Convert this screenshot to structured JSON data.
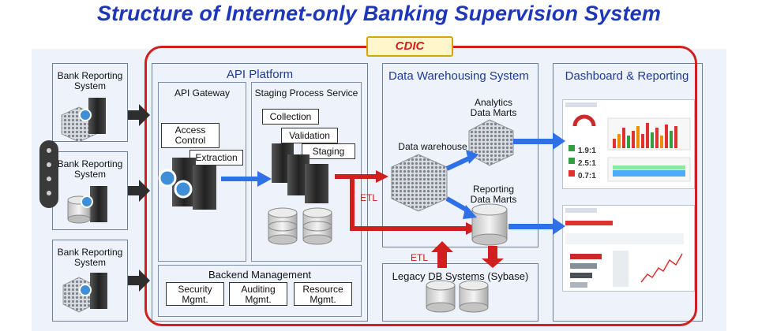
{
  "title": "Structure of Internet-only Banking Supervision System",
  "cdic": "CDIC",
  "bank_reporting": [
    {
      "label": "Bank Reporting System"
    },
    {
      "label": "Bank Reporting System"
    },
    {
      "label": "Bank Reporting System"
    }
  ],
  "api_platform": {
    "title": "API Platform",
    "gateway": {
      "title": "API Gateway",
      "access_control": "Access Control",
      "extraction": "Extraction"
    },
    "staging": {
      "title": "Staging Process Service",
      "collection": "Collection",
      "validation": "Validation",
      "staging": "Staging"
    },
    "backend": {
      "title": "Backend Management",
      "security": "Security Mgmt.",
      "auditing": "Auditing Mgmt.",
      "resource": "Resource Mgmt."
    }
  },
  "data_warehousing": {
    "title": "Data Warehousing System",
    "data_warehouse": "Data warehouse",
    "analytics": "Analytics Data Marts",
    "reporting": "Reporting Data Marts",
    "etl_label": "ETL"
  },
  "legacy": {
    "label": "Legacy DB Systems (Sybase)",
    "etl_label": "ETL"
  },
  "dashboard": {
    "title": "Dashboard & Reporting",
    "ratios": [
      "1.9:1",
      "2.5:1",
      "0.7:1"
    ]
  },
  "colors": {
    "accent_blue": "#1e36b8",
    "frame_red": "#d11f1f",
    "arrow_blue": "#2f6fe8",
    "arrow_dark": "#2e2e2e"
  }
}
